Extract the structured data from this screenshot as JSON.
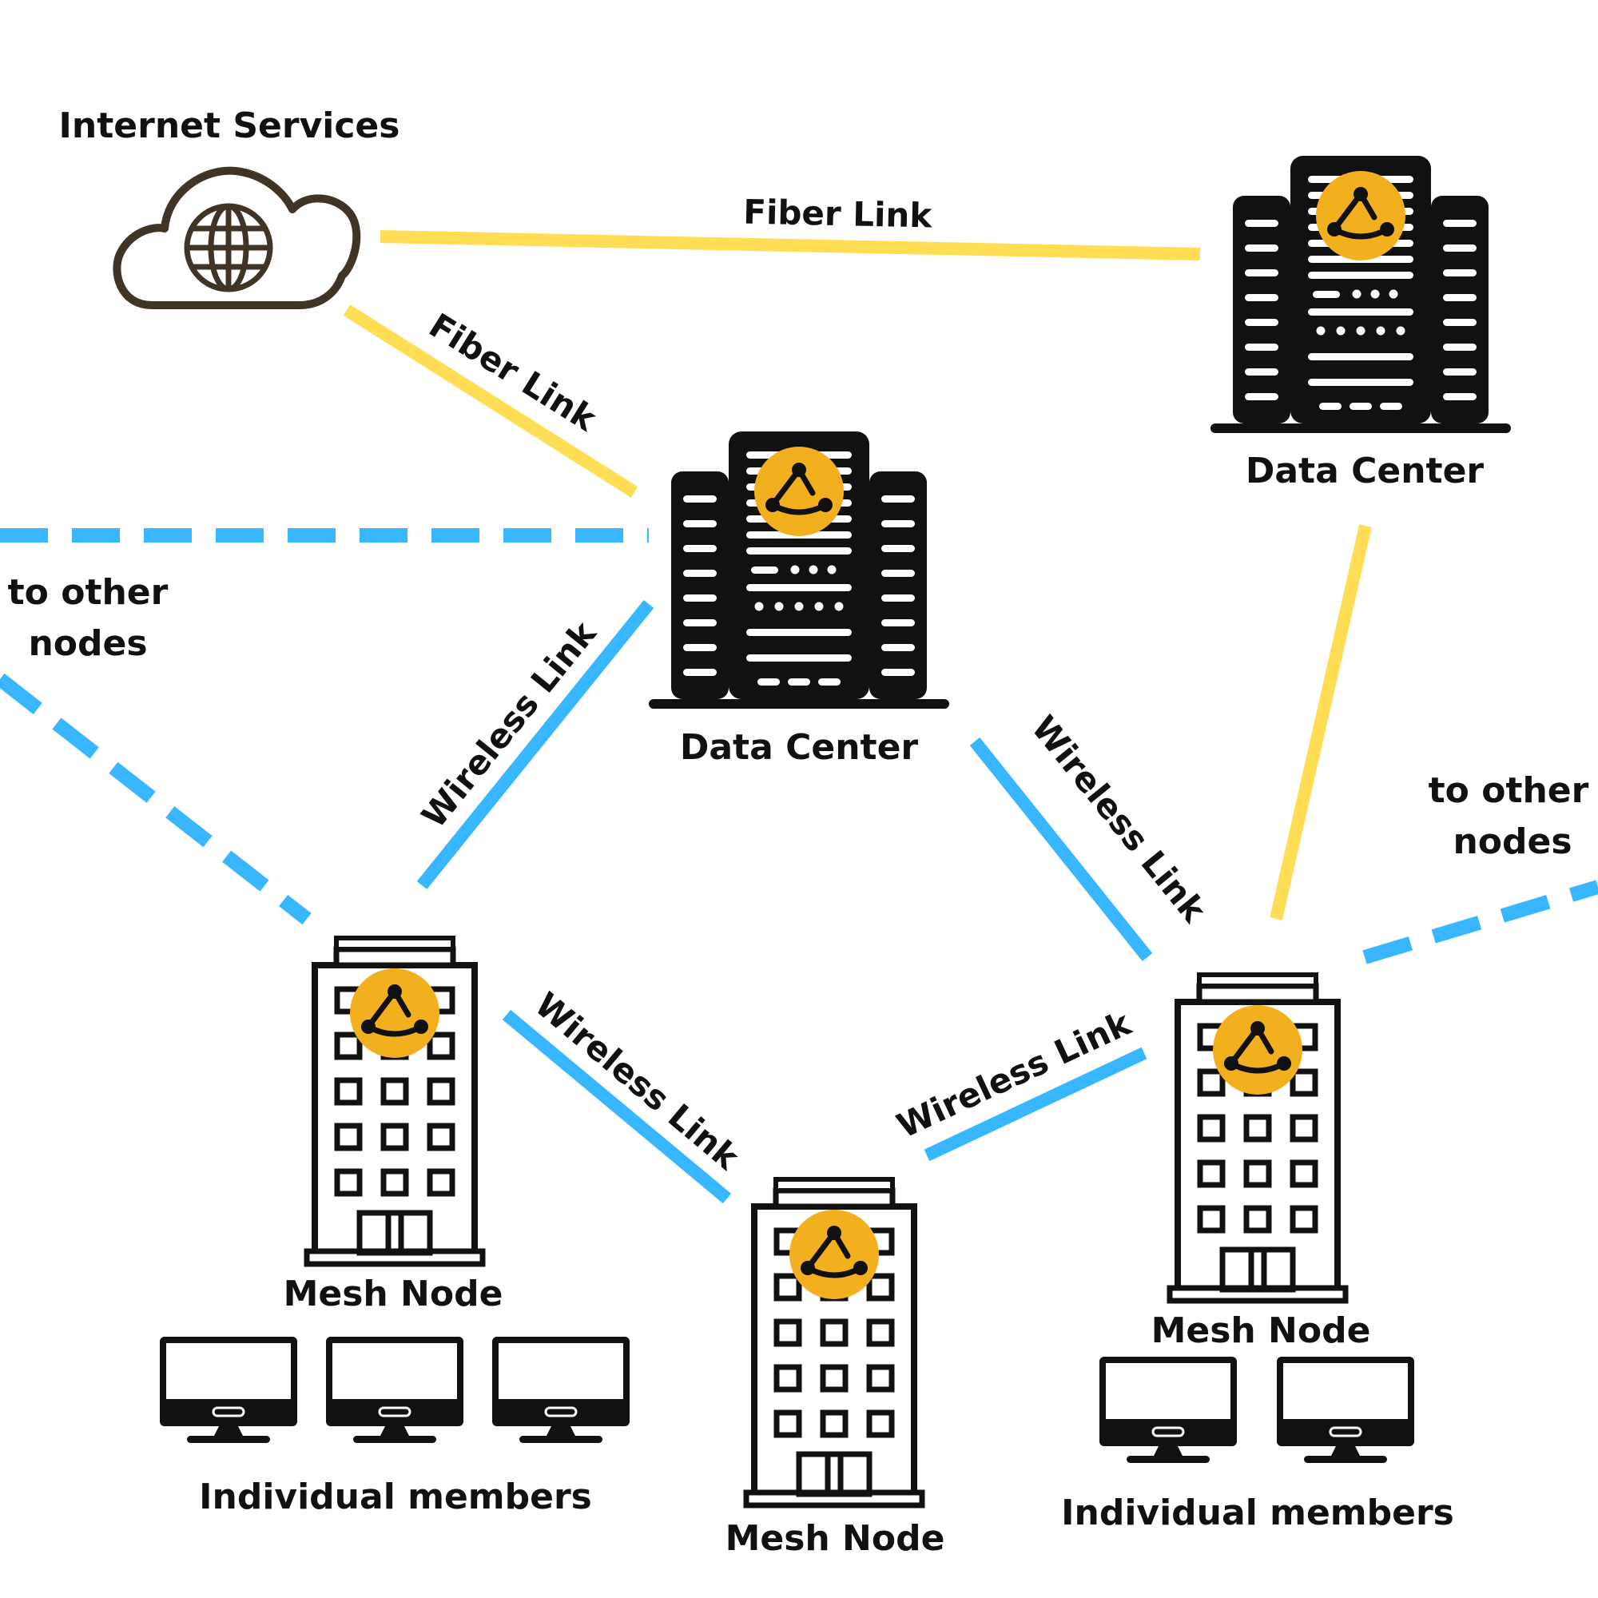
{
  "colors": {
    "fiber": "#FFDD55",
    "wireless": "#38B6FF",
    "badge": "#F2B01E",
    "ink": "#111111",
    "cloud": "#3F3426"
  },
  "icons": {
    "cloud": "cloud-globe-icon",
    "data_center": "data-center-icon",
    "mesh_node": "office-building-icon",
    "member": "desktop-monitor-icon",
    "badge": "mesh-network-badge-icon"
  },
  "labels": {
    "internet_services": "Internet Services",
    "data_center_top": "Data Center",
    "data_center_mid": "Data Center",
    "mesh_node_left": "Mesh Node",
    "mesh_node_center": "Mesh Node",
    "mesh_node_right": "Mesh Node",
    "members_left": "Individual members",
    "members_right": "Individual members",
    "other_nodes_left_1": "to other",
    "other_nodes_left_2": "nodes",
    "other_nodes_right_1": "to other",
    "other_nodes_right_2": "nodes"
  },
  "links": {
    "fiber_top": "Fiber Link",
    "fiber_diag": "Fiber Link",
    "wireless_mid_left": "Wireless Link",
    "wireless_mid_right": "Wireless Link",
    "wireless_bottom_left": "Wireless Link",
    "wireless_bottom_right": "Wireless Link"
  }
}
